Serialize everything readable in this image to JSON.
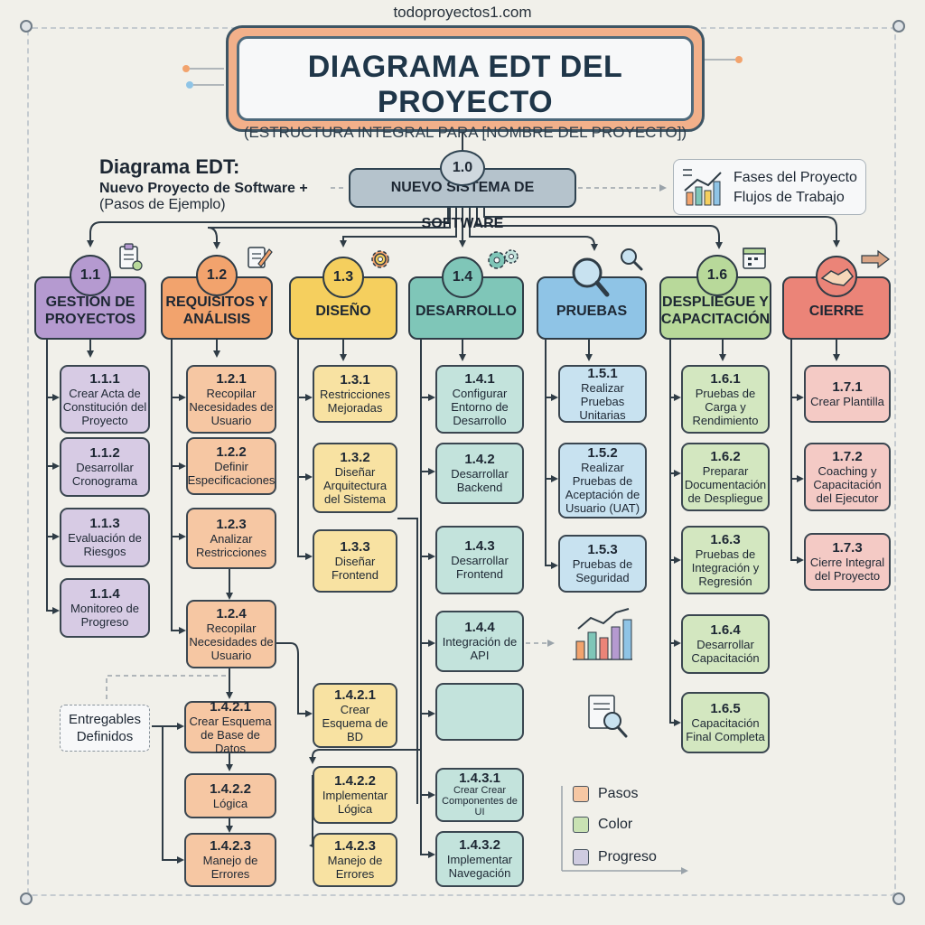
{
  "site": "todoproyectos1.com",
  "title": {
    "main": "DIAGRAMA EDT DEL PROYECTO",
    "subtitle": "(ESTRUCTURA INTEGRAL PARA [NOMBRE DEL PROYECTO])"
  },
  "side_label": {
    "line1": "Diagrama EDT:",
    "line2": "Nuevo Proyecto de Software +",
    "line3": "(Pasos de Ejemplo)"
  },
  "root": {
    "id": "1.0",
    "label": "NUEVO SISTEMA DE SOFTWARE"
  },
  "info_box": {
    "line1": "Fases del Proyecto",
    "line2": "Flujos de Trabajo"
  },
  "phases": [
    {
      "id": "1.1",
      "label": "GESTIÓN DE PROYECTOS",
      "icon": "clipboard-icon",
      "color": "#b59ad0"
    },
    {
      "id": "1.2",
      "label": "REQUISITOS Y ANÁLISIS",
      "icon": "notepad-pencil-icon",
      "color": "#f2a36d"
    },
    {
      "id": "1.3",
      "label": "DISEÑO",
      "icon": "gear-icon",
      "color": "#f5cf5e"
    },
    {
      "id": "1.4",
      "label": "DESARROLLO",
      "icon": "gears-icon",
      "color": "#7fc6b8"
    },
    {
      "id": "",
      "label": "PRUEBAS",
      "icon": "magnifier-icon",
      "color": "#8fc4e6"
    },
    {
      "id": "1.6",
      "label": "DESPLIEGUE Y CAPACITACIÓN",
      "icon": "calendar-icon",
      "color": "#b8d99a"
    },
    {
      "id": "",
      "label": "CIERRE",
      "icon": "handshake-icon",
      "color": "#eb8478"
    }
  ],
  "tasks": {
    "t111": {
      "id": "1.1.1",
      "label": "Crear Acta de Constitución del Proyecto"
    },
    "t112": {
      "id": "1.1.2",
      "label": "Desarrollar Cronograma"
    },
    "t113": {
      "id": "1.1.3",
      "label": "Evaluación de Riesgos"
    },
    "t114": {
      "id": "1.1.4",
      "label": "Monitoreo de Progreso"
    },
    "t121": {
      "id": "1.2.1",
      "label": "Recopilar Necesidades de Usuario"
    },
    "t122": {
      "id": "1.2.2",
      "label": "Definir Especificaciones"
    },
    "t123": {
      "id": "1.2.3",
      "label": "Analizar Restricciones"
    },
    "t124": {
      "id": "1.2.4",
      "label": "Recopilar Necesidades de Usuario"
    },
    "t131": {
      "id": "1.3.1",
      "label": "Restricciones Mejoradas"
    },
    "t132": {
      "id": "1.3.2",
      "label": "Diseñar Arquitectura del Sistema"
    },
    "t133": {
      "id": "1.3.3",
      "label": "Diseñar Frontend"
    },
    "t141": {
      "id": "1.4.1",
      "label": "Configurar Entorno de Desarrollo"
    },
    "t142": {
      "id": "1.4.2",
      "label": "Desarrollar Backend"
    },
    "t143": {
      "id": "1.4.3",
      "label": "Desarrollar Frontend"
    },
    "t144": {
      "id": "1.4.4",
      "label": "Integración de API"
    },
    "t145": {
      "id": "",
      "label": ""
    },
    "t151": {
      "id": "1.5.1",
      "label": "Realizar Pruebas Unitarias"
    },
    "t152": {
      "id": "1.5.2",
      "label": "Realizar Pruebas de Aceptación de Usuario (UAT)"
    },
    "t153": {
      "id": "1.5.3",
      "label": "Pruebas de Seguridad"
    },
    "t161": {
      "id": "1.6.1",
      "label": "Pruebas de Carga y Rendimiento"
    },
    "t162": {
      "id": "1.6.2",
      "label": "Preparar Documentación de Despliegue"
    },
    "t163": {
      "id": "1.6.3",
      "label": "Pruebas de Integración y Regresión"
    },
    "t164": {
      "id": "1.6.4",
      "label": "Desarrollar Capacitación"
    },
    "t165": {
      "id": "1.6.5",
      "label": "Capacitación Final Completa"
    },
    "t171": {
      "id": "1.7.1",
      "label": "Crear Plantilla"
    },
    "t172": {
      "id": "1.7.2",
      "label": "Coaching y Capacitación del Ejecutor"
    },
    "t173": {
      "id": "1.7.3",
      "label": "Cierre Integral del Proyecto"
    },
    "o1421": {
      "id": "1.4.2.1",
      "label": "Crear Esquema de Base de Datos"
    },
    "o1422": {
      "id": "1.4.2.2",
      "label": "Lógica"
    },
    "o1423": {
      "id": "1.4.2.3",
      "label": "Manejo de Errores"
    },
    "y1421": {
      "id": "1.4.2.1",
      "label": "Crear Esquema de BD"
    },
    "y1422": {
      "id": "1.4.2.2",
      "label": "Implementar Lógica"
    },
    "y1423": {
      "id": "1.4.2.3",
      "label": "Manejo de Errores"
    },
    "k1431": {
      "id": "1.4.3.1",
      "label": "Crear Crear Componentes de UI"
    },
    "k1432": {
      "id": "1.4.3.2",
      "label": "Implementar Navegación"
    }
  },
  "deliverables": {
    "line1": "Entregables",
    "line2": "Definidos"
  },
  "legend": [
    {
      "label": "Pasos",
      "color": "#f6c7a3"
    },
    {
      "label": "Color",
      "color": "#c9e2b3"
    },
    {
      "label": "Progreso",
      "color": "#cfcbe0"
    }
  ]
}
